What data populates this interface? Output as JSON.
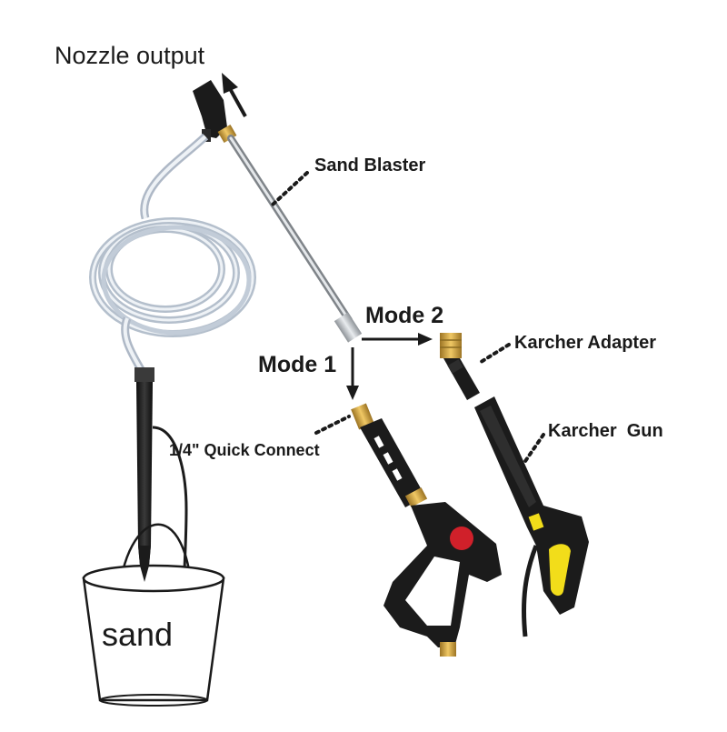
{
  "labels": {
    "nozzle_output": "Nozzle output",
    "sand_blaster": "Sand Blaster",
    "mode_2": "Mode 2",
    "mode_1": "Mode 1",
    "karcher_adapter": "Karcher Adapter",
    "karcher_gun": "Karcher  Gun",
    "quick_connect": "1/4\" Quick Connect",
    "sand": "sand"
  },
  "colors": {
    "black_part": "#1b1b1b",
    "brass": "#c89a3a",
    "steel": "#bfc3c7",
    "hose": "#c7d0dc",
    "red_button": "#d0202a",
    "yellow_accent": "#f2dd1a",
    "text": "#1a1a1a"
  }
}
